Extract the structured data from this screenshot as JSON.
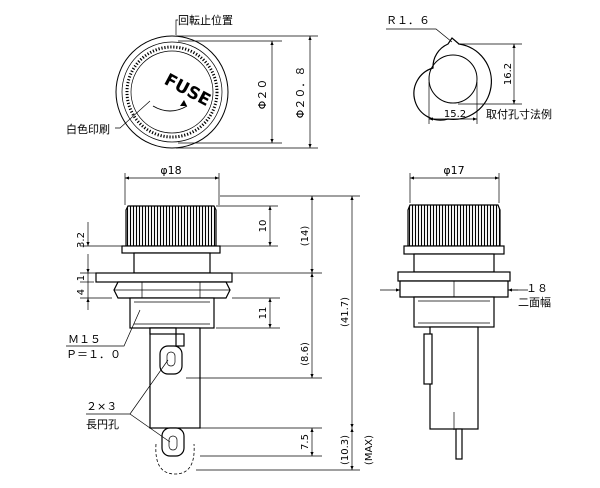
{
  "top_view": {
    "rotation_stop_label": "回転止位置",
    "white_print_label": "白色印刷",
    "fuse_text": "FUSE",
    "dim_inner": "Φ２０",
    "dim_outer": "Φ２０．８"
  },
  "mounting_hole": {
    "radius_label": "Ｒ１．６",
    "height_label": "16.2",
    "width_label": "15.2",
    "caption": "取付孔寸法例"
  },
  "front_view": {
    "dim_cap_dia": "φ18",
    "dim_3_2": "3.2",
    "dim_1": "1",
    "dim_4": "4",
    "dim_10": "10",
    "dim_14": "(14)",
    "dim_11": "11",
    "dim_41_7": "(41.7)",
    "dim_8_6": "(8.6)",
    "dim_7_5": "7.5",
    "dim_10_3": "(10.3)",
    "dim_max": "(MAX)",
    "thread_label": "Ｍ１５",
    "pitch_label": "Ｐ＝１．０",
    "slot_label": "２×３",
    "slot_caption": "長円孔"
  },
  "side_view": {
    "dim_cap_dia": "φ17",
    "dim_flats": "１８",
    "flats_caption": "二面幅"
  }
}
